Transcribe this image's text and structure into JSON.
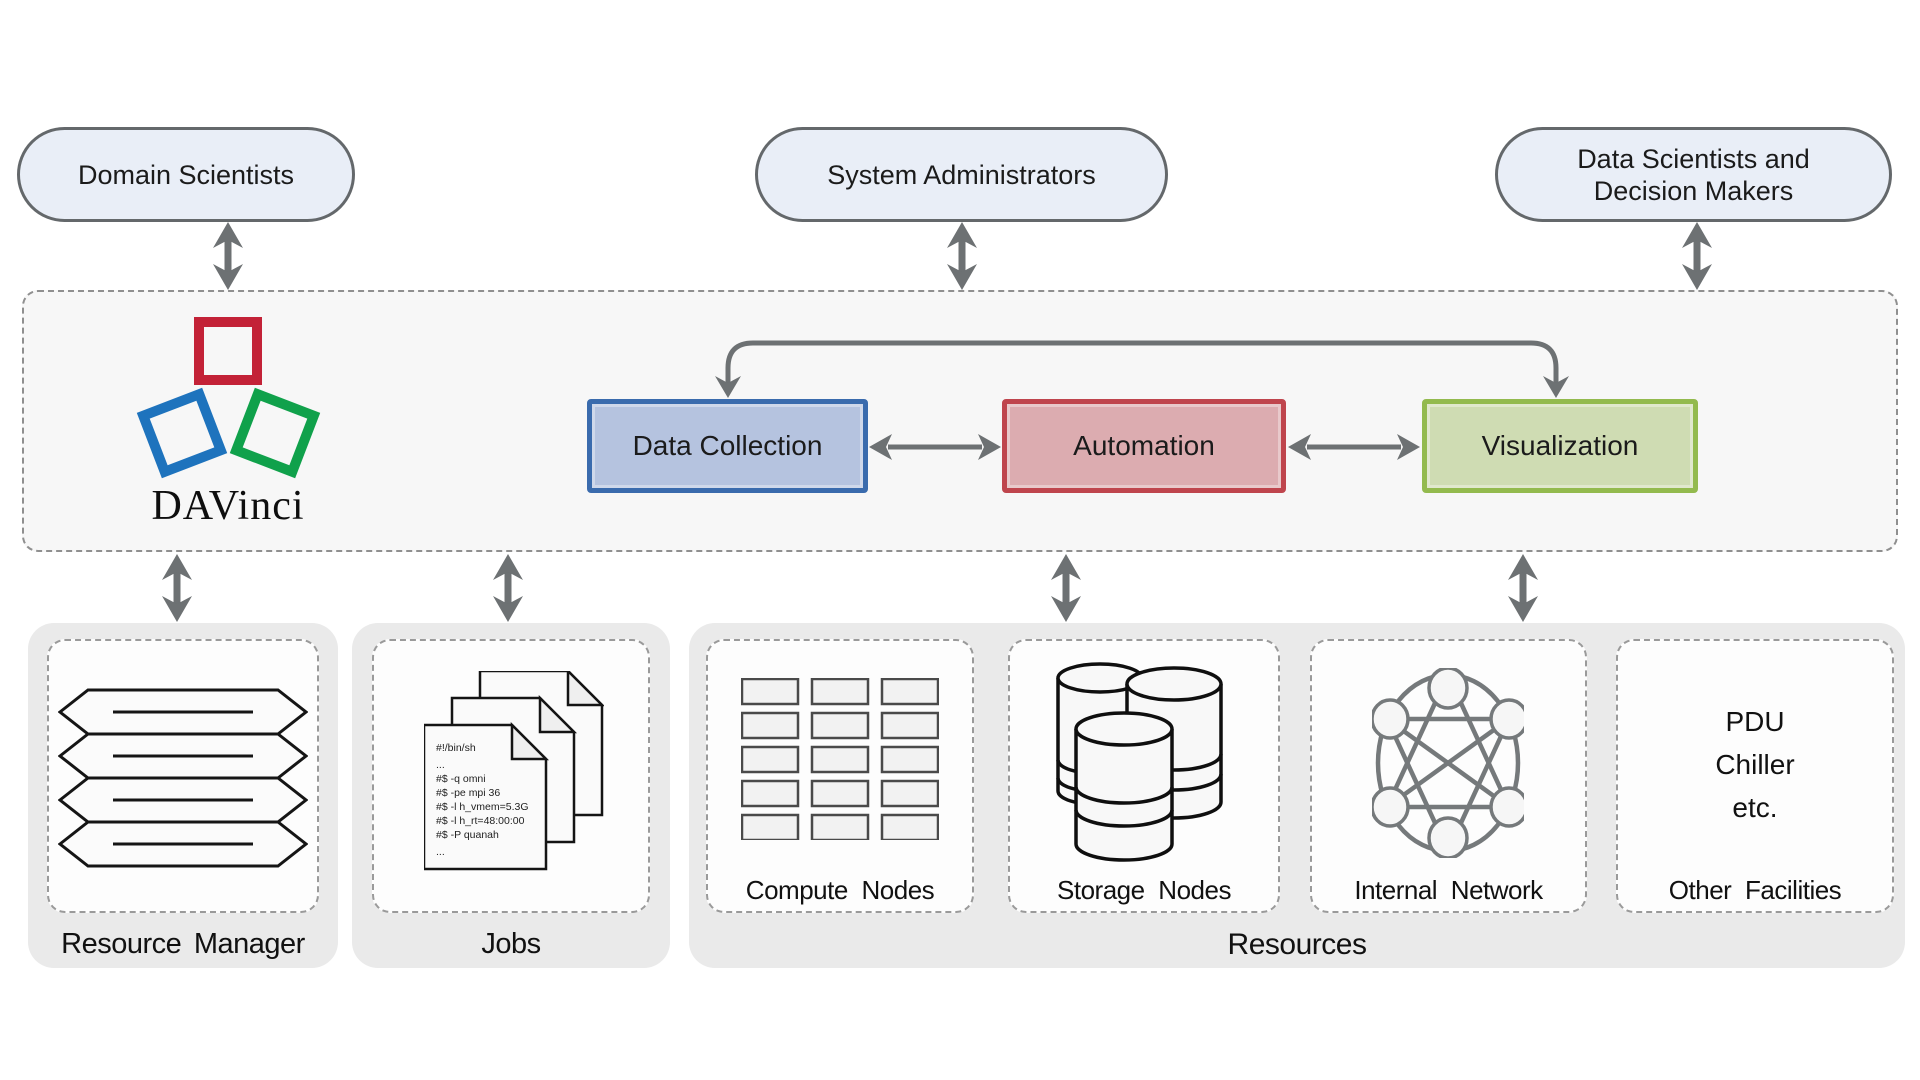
{
  "actors": [
    {
      "label": "Domain Scientists"
    },
    {
      "label": "System Administrators"
    },
    {
      "label": "Data Scientists and Decision Makers"
    }
  ],
  "framework": {
    "logo_text": "DAVinci",
    "modules": [
      {
        "label": "Data Collection"
      },
      {
        "label": "Automation"
      },
      {
        "label": "Visualization"
      }
    ]
  },
  "infrastructure": {
    "resource_manager": {
      "label": "Resource Manager"
    },
    "jobs": {
      "label": "Jobs",
      "script_lines": [
        "#!/bin/sh",
        "...",
        "#$ -q omni",
        "#$ -pe mpi 36",
        "#$ -l h_vmem=5.3G",
        "#$ -l h_rt=48:00:00",
        "#$ -P quanah",
        "..."
      ]
    },
    "resources": {
      "label": "Resources",
      "compute_nodes": {
        "label": "Compute Nodes"
      },
      "storage_nodes": {
        "label": "Storage Nodes"
      },
      "internal_network": {
        "label": "Internal Network"
      },
      "other_facilities": {
        "label": "Other Facilities",
        "lines": [
          "PDU",
          "Chiller",
          "etc."
        ]
      }
    }
  },
  "colors": {
    "arrow": "#6d7173",
    "pill_fill": "#e9eef7",
    "pill_border": "#64686b",
    "container_fill": "#f7f7f7",
    "container_border": "#8f8f8f",
    "panel_fill": "#eaeaea",
    "inner_border": "#9a9a9a",
    "dc_border": "#3a6bad",
    "dc_fill": "#b5c3df",
    "auto_border": "#bf454d",
    "auto_fill": "#dcacb0",
    "viz_border": "#93ba4e",
    "viz_fill": "#cfdcb3",
    "logo_red": "#c32237",
    "logo_blue": "#1e73bd",
    "logo_green": "#10a14b"
  }
}
